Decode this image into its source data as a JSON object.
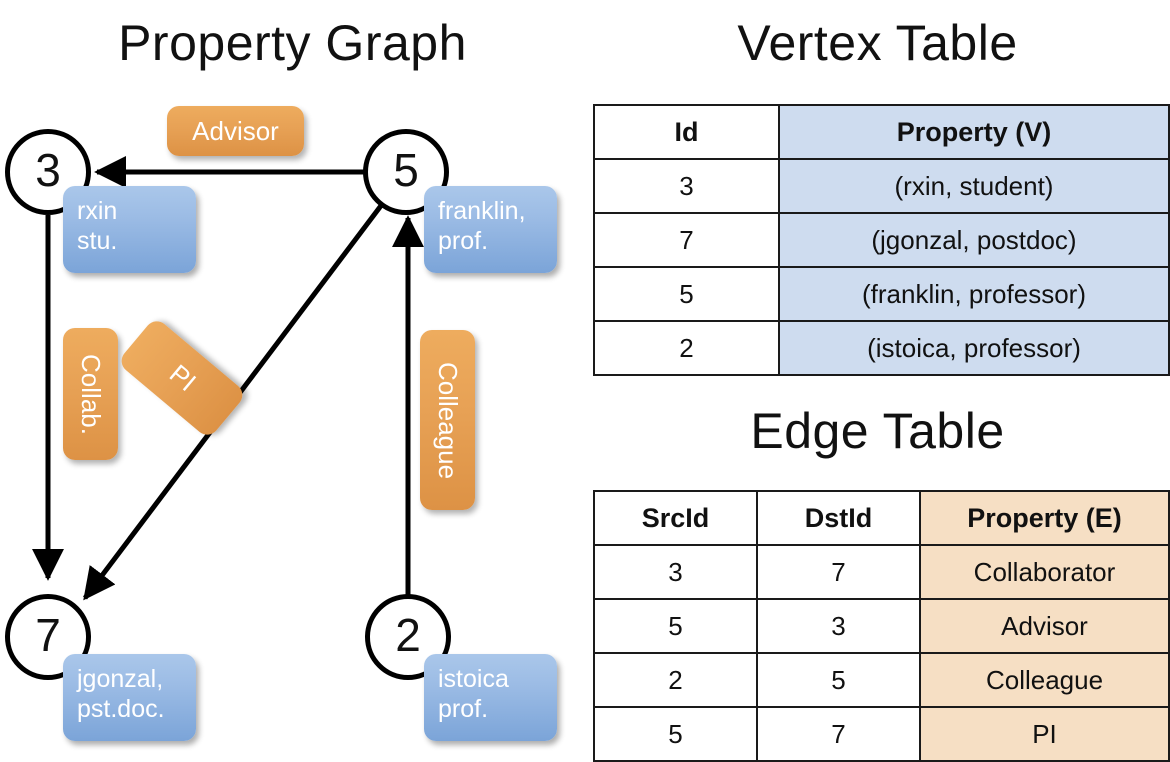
{
  "titles": {
    "property_graph": "Property Graph",
    "vertex_table": "Vertex Table",
    "edge_table": "Edge Table"
  },
  "graph": {
    "nodes": [
      {
        "id": "3",
        "property_line1": "rxin",
        "property_line2": "stu."
      },
      {
        "id": "5",
        "property_line1": "franklin,",
        "property_line2": "prof."
      },
      {
        "id": "7",
        "property_line1": "jgonzal,",
        "property_line2": "pst.doc."
      },
      {
        "id": "2",
        "property_line1": "istoica",
        "property_line2": "prof."
      }
    ],
    "edge_labels": [
      {
        "text": "Advisor"
      },
      {
        "text": "Collab."
      },
      {
        "text": "PI"
      },
      {
        "text": "Colleague"
      }
    ]
  },
  "vertex_table": {
    "headers": [
      "Id",
      "Property (V)"
    ],
    "rows": [
      {
        "id": "3",
        "property": "(rxin, student)"
      },
      {
        "id": "7",
        "property": "(jgonzal, postdoc)"
      },
      {
        "id": "5",
        "property": "(franklin, professor)"
      },
      {
        "id": "2",
        "property": "(istoica, professor)"
      }
    ]
  },
  "edge_table": {
    "headers": [
      "SrcId",
      "DstId",
      "Property (E)"
    ],
    "rows": [
      {
        "src": "3",
        "dst": "7",
        "property": "Collaborator"
      },
      {
        "src": "5",
        "dst": "3",
        "property": "Advisor"
      },
      {
        "src": "2",
        "dst": "5",
        "property": "Colleague"
      },
      {
        "src": "5",
        "dst": "7",
        "property": "PI"
      }
    ]
  },
  "colors": {
    "vertex_property_fill": "#cedcef",
    "edge_property_fill": "#f6dfc4",
    "vertex_callout": "#7ba4d8",
    "edge_callout": "#e7a155",
    "stroke": "#000000"
  }
}
